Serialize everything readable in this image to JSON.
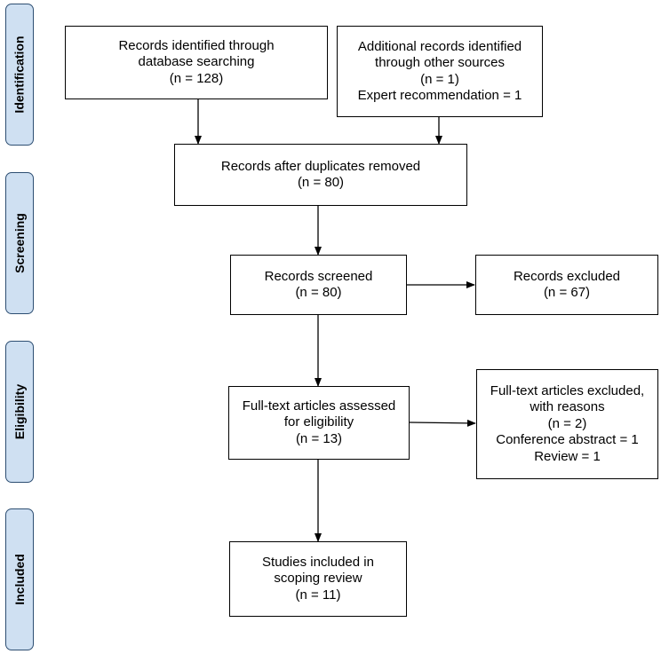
{
  "phases": {
    "identification": "Identification",
    "screening": "Screening",
    "eligibility": "Eligibility",
    "included": "Included"
  },
  "boxes": {
    "database": {
      "lines": [
        "Records identified through",
        "database searching",
        "(n = 128)"
      ],
      "n": 128
    },
    "other_sources": {
      "lines": [
        "Additional records identified",
        "through other sources",
        "(n = 1)",
        "Expert recommendation = 1"
      ],
      "n": 1
    },
    "duplicates_removed": {
      "lines": [
        "Records after duplicates removed",
        "(n = 80)"
      ],
      "n": 80
    },
    "screened": {
      "lines": [
        "Records screened",
        "(n = 80)"
      ],
      "n": 80
    },
    "excluded": {
      "lines": [
        "Records excluded",
        "(n = 67)"
      ],
      "n": 67
    },
    "full_text": {
      "lines": [
        "Full-text articles assessed",
        "for eligibility",
        "(n = 13)"
      ],
      "n": 13
    },
    "full_text_excluded": {
      "lines": [
        "Full-text articles excluded,",
        "with reasons",
        "(n = 2)",
        "Conference abstract = 1",
        "Review = 1"
      ],
      "n": 2
    },
    "included": {
      "lines": [
        "Studies included in",
        "scoping review",
        "(n = 11)"
      ],
      "n": 11
    }
  },
  "colors": {
    "phase_fill": "#cfe0f2",
    "phase_border": "#2d4e72",
    "line": "#000000"
  }
}
